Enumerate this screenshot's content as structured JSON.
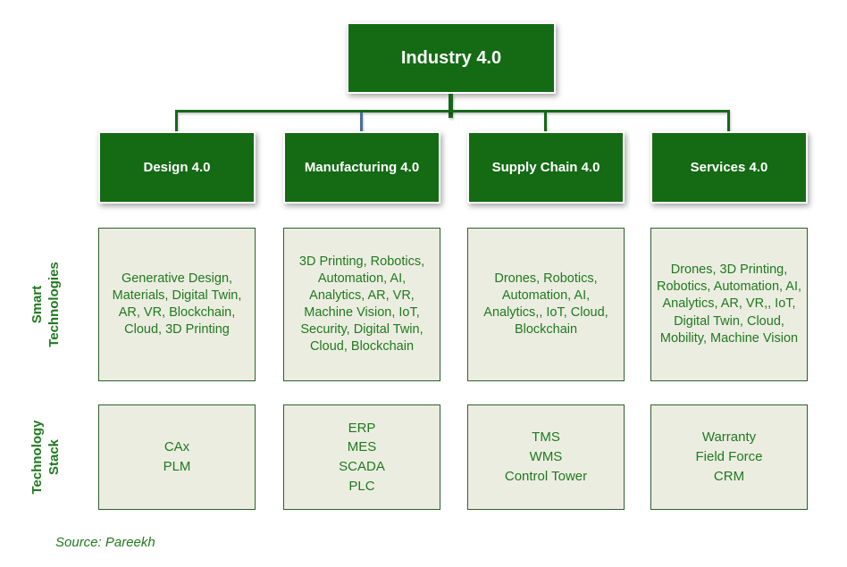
{
  "diagram": {
    "root_label": "Industry 4.0",
    "row_labels": {
      "smart_technologies": [
        "Smart",
        "Technologies"
      ],
      "technology_stack": [
        "Technology",
        "Stack"
      ]
    },
    "columns": [
      {
        "header": "Design 4.0",
        "smart_technologies": "Generative Design, Materials, Digital Twin, AR, VR, Blockchain, Cloud, 3D Printing",
        "technology_stack": [
          "CAx",
          "PLM"
        ]
      },
      {
        "header": "Manufacturing 4.0",
        "smart_technologies": "3D Printing, Robotics, Automation, AI, Analytics, AR, VR, Machine Vision, IoT, Security, Digital Twin, Cloud, Blockchain",
        "technology_stack": [
          "ERP",
          "MES",
          "SCADA",
          "PLC"
        ]
      },
      {
        "header": "Supply Chain 4.0",
        "smart_technologies": "Drones, Robotics, Automation, AI, Analytics,, IoT, Cloud, Blockchain",
        "technology_stack": [
          "TMS",
          "WMS",
          "Control Tower"
        ]
      },
      {
        "header": "Services 4.0",
        "smart_technologies": "Drones, 3D Printing, Robotics, Automation, AI, Analytics, AR, VR,, IoT, Digital Twin, Cloud, Mobility, Machine Vision",
        "technology_stack": [
          "Warranty",
          "Field Force",
          "CRM"
        ]
      }
    ],
    "source": "Source: Pareekh",
    "colors": {
      "node_fill": "#146b14",
      "node_text": "#ffffff",
      "cell_fill": "#ecede1",
      "cell_border": "#2d5f2d",
      "body_text": "#1f7a1f",
      "connector_green": "#17671a",
      "connector_blue": "#4a6d96"
    }
  }
}
